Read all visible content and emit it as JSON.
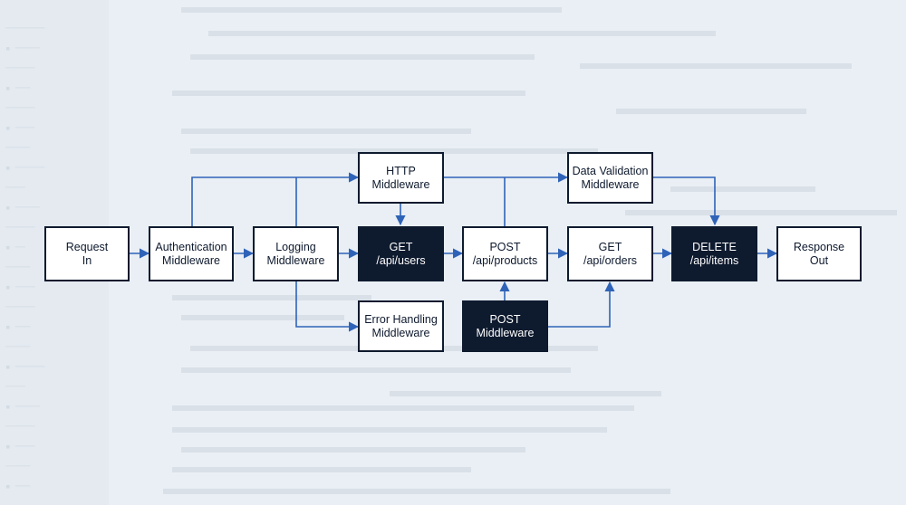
{
  "diagram": {
    "nodes": {
      "request_in": {
        "label": "Request\nIn"
      },
      "auth": {
        "label": "Authentication\nMiddleware"
      },
      "logging": {
        "label": "Logging\nMiddleware"
      },
      "http": {
        "label": "HTTP\nMiddleware"
      },
      "get_users": {
        "label": "GET\n/api/users"
      },
      "error_handling": {
        "label": "Error Handling\nMiddleware"
      },
      "post_products": {
        "label": "POST\n/api/products"
      },
      "post_mw": {
        "label": "POST\nMiddleware"
      },
      "data_validation": {
        "label": "Data Validation\nMiddleware"
      },
      "get_orders": {
        "label": "GET\n/api/orders"
      },
      "delete_items": {
        "label": "DELETE\n/api/items"
      },
      "response_out": {
        "label": "Response\nOut"
      }
    },
    "colors": {
      "node_border": "#0e1a2e",
      "node_dark": "#0e1a2e",
      "edge": "#2f63b8",
      "background": "#e9eff4"
    }
  }
}
